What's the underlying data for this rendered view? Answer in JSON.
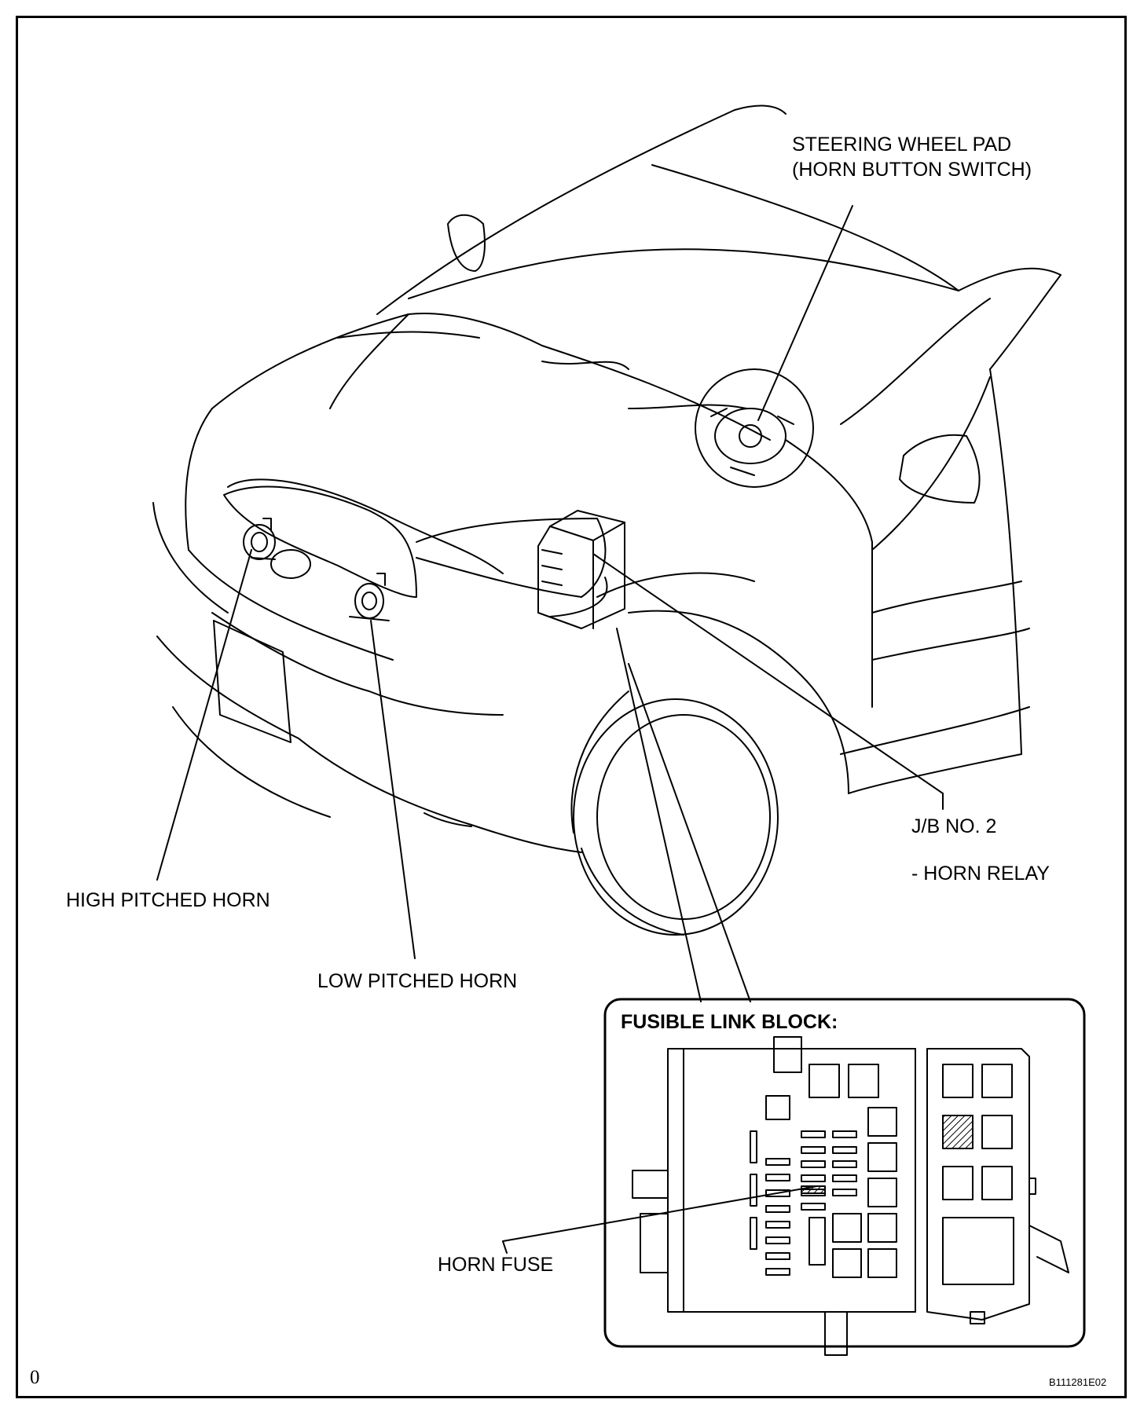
{
  "labels": {
    "steering_wheel_pad_line1": "STEERING WHEEL PAD",
    "steering_wheel_pad_line2": "(HORN BUTTON SWITCH)",
    "jb_no2": "J/B NO. 2",
    "horn_relay": "-  HORN RELAY",
    "high_pitched_horn": "HIGH PITCHED HORN",
    "low_pitched_horn": "LOW PITCHED HORN",
    "fusible_link_block": "FUSIBLE LINK BLOCK:",
    "horn_fuse": "HORN FUSE",
    "corner_mark": "0",
    "figure_code": "B111281E02"
  }
}
